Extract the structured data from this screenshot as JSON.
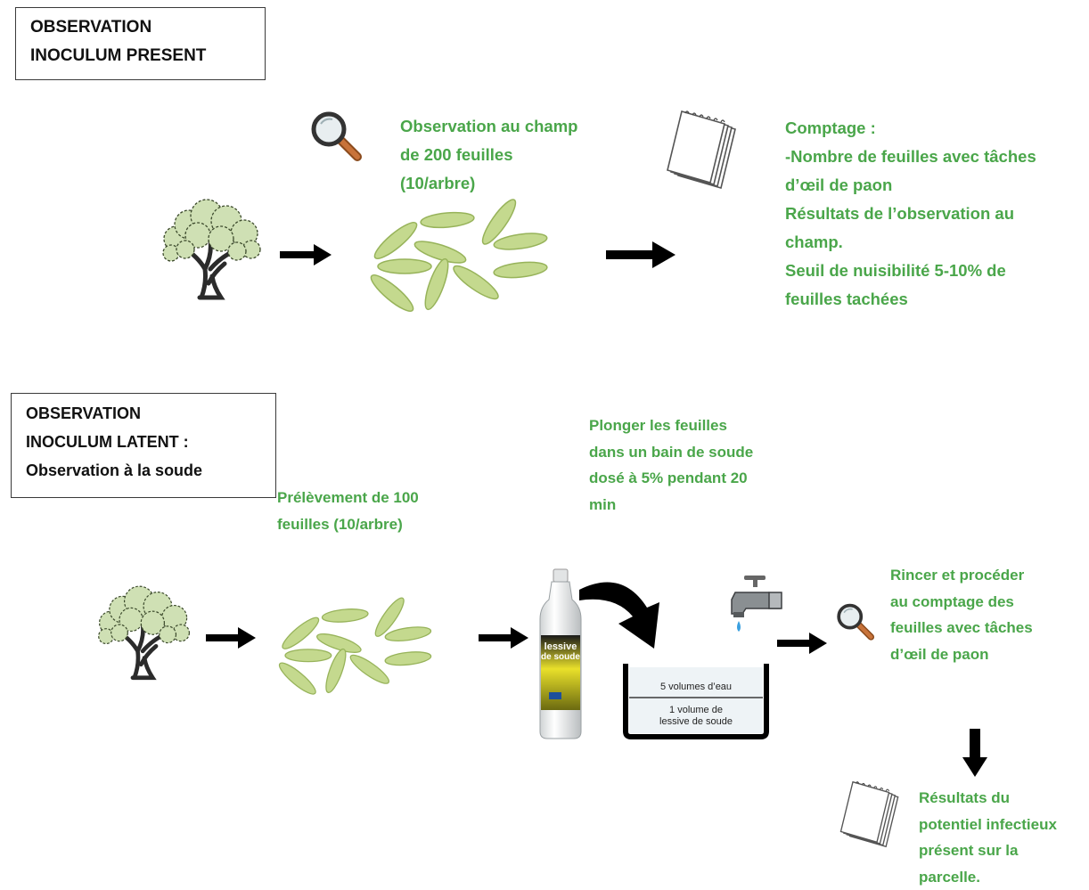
{
  "section_present": {
    "title_lines": [
      "OBSERVATION",
      "INOCULUM PRESENT"
    ],
    "field_obs_lines": [
      "Observation au champ",
      "de 200 feuilles",
      "(10/arbre)"
    ],
    "counting_lines": [
      "Comptage :",
      "-Nombre de feuilles avec tâches",
      "d’œil de paon",
      "Résultats de l’observation au",
      "champ.",
      "Seuil de nuisibilité 5-10% de",
      "feuilles tachées"
    ]
  },
  "section_latent": {
    "title_lines": [
      "OBSERVATION",
      "INOCULUM LATENT :",
      "Observation à la soude"
    ],
    "sampling_lines": [
      "Prélèvement de 100",
      "feuilles (10/arbre)"
    ],
    "dip_lines": [
      "Plonger les feuilles",
      "dans un bain de soude",
      "dosé à 5% pendant 20",
      "min"
    ],
    "bottle_label_lines": [
      "lessive",
      "de soude"
    ],
    "basin_top": "5 volumes d’eau",
    "basin_bottom_lines": [
      "1 volume de",
      "lessive de soude"
    ],
    "rinse_lines": [
      "Rincer et procéder",
      "au comptage des",
      "feuilles avec tâches",
      "d’œil de paon"
    ],
    "result_lines": [
      "Résultats du",
      "potentiel infectieux",
      "présent sur la",
      "parcelle."
    ]
  },
  "colors": {
    "green_text": "#4aa64a",
    "leaf_fill": "#c4d98e",
    "leaf_stroke": "#97b35a",
    "arrow": "#000000"
  },
  "icons": [
    "tree-icon",
    "magnifier-icon",
    "notepad-icon",
    "leaves-icon",
    "bottle-icon",
    "faucet-icon",
    "basin-icon"
  ]
}
